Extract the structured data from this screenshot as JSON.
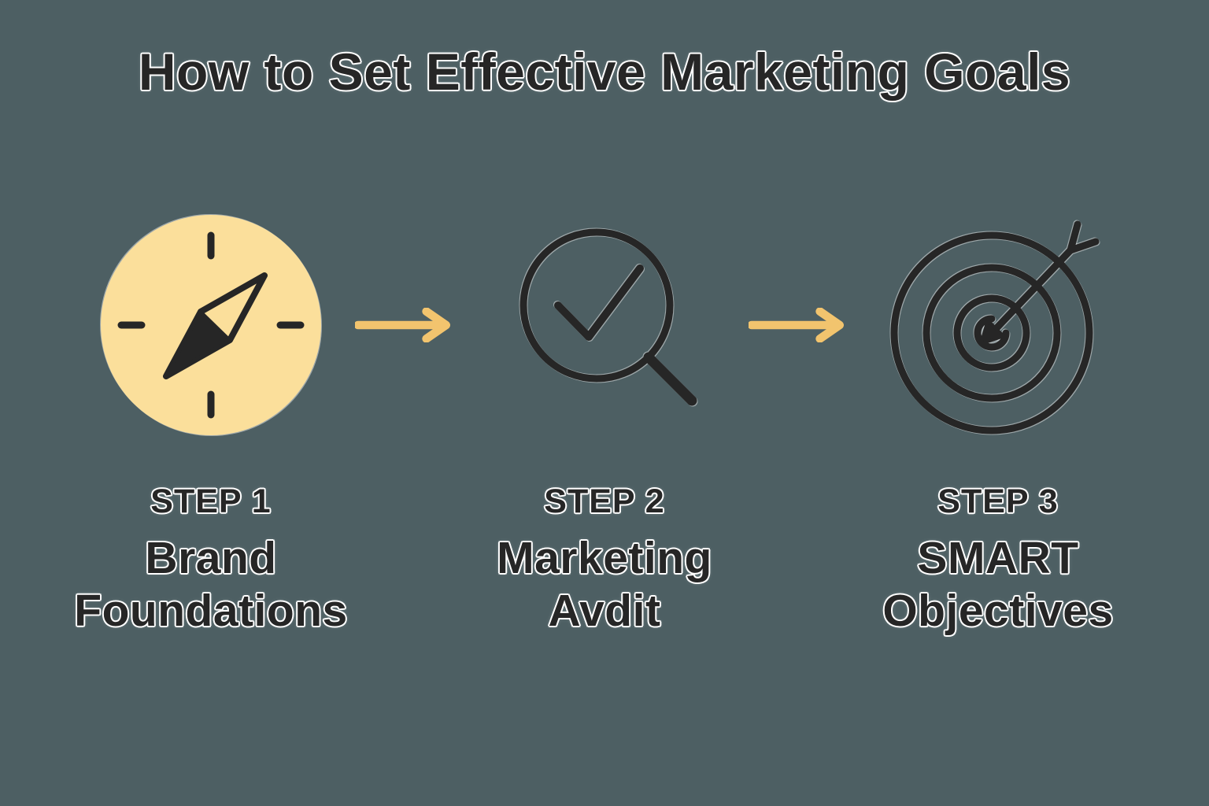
{
  "title": "How to Set Effective Marketing Goals",
  "colors": {
    "background": "#4d5f63",
    "ink": "#262626",
    "accent": "#f2c46e",
    "icon_circle": "#fbdf9b"
  },
  "steps": [
    {
      "step_label": "STEP 1",
      "name": "Brand Foundations",
      "icon": "compass-icon"
    },
    {
      "step_label": "STEP 2",
      "name": "Marketing Avdit",
      "icon": "magnifier-check-icon"
    },
    {
      "step_label": "STEP 3",
      "name": "SMART Objectives",
      "icon": "target-arrow-icon"
    }
  ],
  "connectors": [
    {
      "icon": "arrow-right-icon"
    },
    {
      "icon": "arrow-right-icon"
    }
  ]
}
